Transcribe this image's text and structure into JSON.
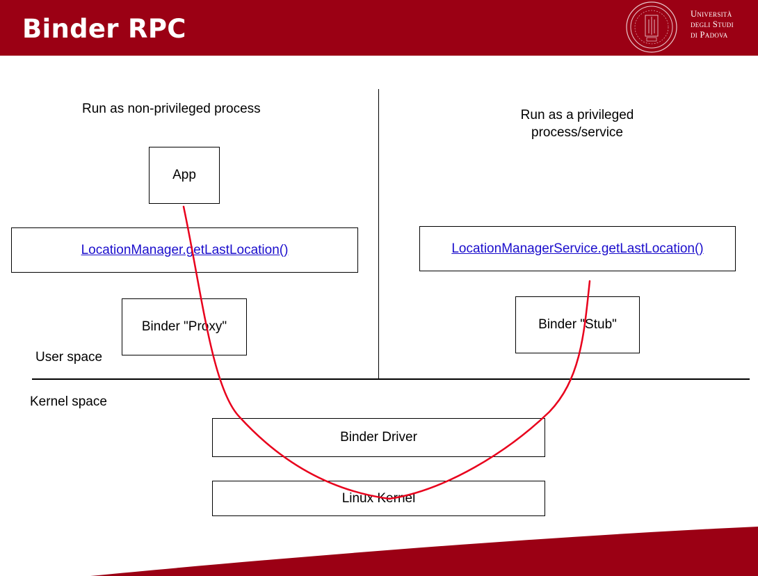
{
  "header": {
    "title": "Binder RPC",
    "university": [
      "Università",
      "degli Studi",
      "di Padova"
    ],
    "color": "#9b0014"
  },
  "diagram": {
    "left_heading": "Run as non-privileged process",
    "right_heading_line1": "Run as a privileged",
    "right_heading_line2": "process/service",
    "app": "App",
    "location_manager": "LocationManager.getLastLocation()",
    "location_manager_service": "LocationManagerService.getLastLocation()",
    "binder_proxy": "Binder \"Proxy\"",
    "binder_stub": "Binder \"Stub\"",
    "user_space": "User space",
    "kernel_space": "Kernel space",
    "binder_driver": "Binder Driver",
    "linux_kernel": "Linux Kernel",
    "link_color": "#1a0dcc",
    "curve_color": "#e8001c"
  }
}
